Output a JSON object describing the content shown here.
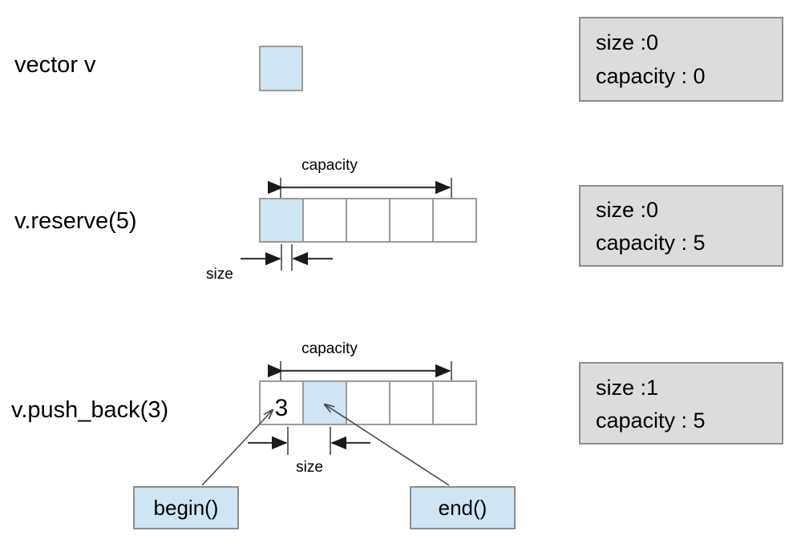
{
  "diagram": {
    "title": "vector size and capacity illustration",
    "colors": {
      "cell_fill": "#cfe5f3",
      "cell_empty": "#ffffff",
      "cell_border": "#9a9a9a",
      "info_box_fill": "#dcdcdc",
      "info_box_border": "#8c8c8c",
      "node_fill": "#cfe5f3",
      "arrow": "#3d3d3d",
      "text": "#000000"
    },
    "rows": [
      {
        "label": "vector v",
        "cells": [
          {
            "value": "",
            "filled": true
          }
        ],
        "capacity_label": "",
        "size_label": "",
        "info": {
          "size_line": "size :0",
          "capacity_line": "capacity : 0"
        }
      },
      {
        "label": "v.reserve(5)",
        "cells": [
          {
            "value": "",
            "filled": true
          },
          {
            "value": "",
            "filled": false
          },
          {
            "value": "",
            "filled": false
          },
          {
            "value": "",
            "filled": false
          },
          {
            "value": "",
            "filled": false
          }
        ],
        "capacity_label": "capacity",
        "size_label": "size",
        "info": {
          "size_line": "size :0",
          "capacity_line": "capacity : 5"
        }
      },
      {
        "label": "v.push_back(3)",
        "cells": [
          {
            "value": "3",
            "filled": false
          },
          {
            "value": "",
            "filled": true
          },
          {
            "value": "",
            "filled": false
          },
          {
            "value": "",
            "filled": false
          },
          {
            "value": "",
            "filled": false
          }
        ],
        "capacity_label": "capacity",
        "size_label": "size",
        "info": {
          "size_line": "size :1",
          "capacity_line": "capacity : 5"
        }
      }
    ],
    "iterator_nodes": [
      {
        "label": "begin()"
      },
      {
        "label": "end()"
      }
    ]
  }
}
